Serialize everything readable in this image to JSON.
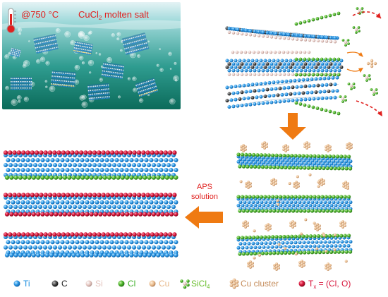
{
  "bath": {
    "temperature": "@750 °C",
    "salt_prefix": "CuCl",
    "salt_sub": "2",
    "salt_suffix": " molten salt"
  },
  "step": {
    "line1": "APS",
    "line2": "solution"
  },
  "legend": [
    {
      "key": "ti",
      "label": "Ti",
      "color": "#1e8fe0",
      "icon": "sphere-icon"
    },
    {
      "key": "c",
      "label": "C",
      "color": "#3a3a3a",
      "icon": "sphere-icon"
    },
    {
      "key": "si",
      "label": "Si",
      "color": "#e3c3bd",
      "icon": "sphere-icon"
    },
    {
      "key": "cl",
      "label": "Cl",
      "color": "#3fb02a",
      "icon": "sphere-icon"
    },
    {
      "key": "cu",
      "label": "Cu",
      "color": "#e8b98a",
      "icon": "sphere-icon"
    },
    {
      "key": "sicl4",
      "label": "SiCl",
      "sub": "4",
      "color": "#6bbf2f",
      "icon": "molecule-icon"
    },
    {
      "key": "cucluster",
      "label": "Cu cluster",
      "color": "#c58d5c",
      "icon": "cluster-icon"
    },
    {
      "key": "tx",
      "label": "T",
      "sub": "x",
      "tail": " = (Cl, O)",
      "color": "#d8163c",
      "icon": "sphere-icon"
    }
  ],
  "colors": {
    "ti": "#1e8fe0",
    "c": "#3a3a3a",
    "si": "#e3c3bd",
    "cl": "#3fb02a",
    "cu": "#e8b98a",
    "tx": "#d8163c",
    "arrow": "#ef7a12",
    "bath_top": "#aee0df",
    "bath_bottom": "#0f7a6a",
    "text_red": "#e0201e"
  }
}
